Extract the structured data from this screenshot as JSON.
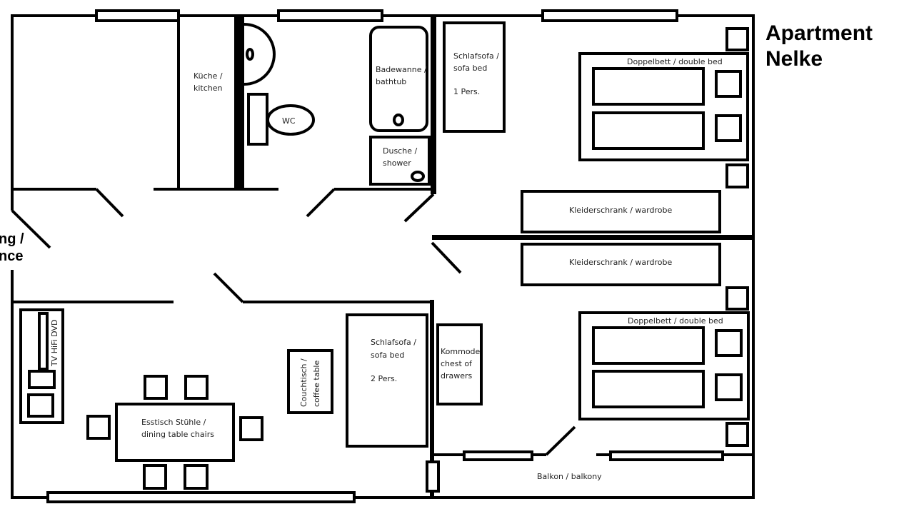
{
  "title": {
    "line1": "Apartment",
    "line2": "Nelke"
  },
  "cut_label": {
    "line1": "ng /",
    "line2": "nce"
  },
  "rooms": {
    "kitchen": {
      "line1": "Küche /",
      "line2": "kitchen"
    },
    "wc": "WC",
    "bathtub": {
      "line1": "Badewanne /",
      "line2": "bathtub"
    },
    "shower": {
      "line1": "Dusche /",
      "line2": "shower"
    },
    "sofabed1": {
      "line1": "Schlafsofa /",
      "line2": "sofa bed",
      "line3": "1 Pers."
    },
    "doublebed1": "Doppelbett / double bed",
    "wardrobe1": "Kleiderschrank / wardrobe",
    "wardrobe2": "Kleiderschrank / wardrobe",
    "doublebed2": "Doppelbett / double bed",
    "dresser": {
      "line1": "Kommode",
      "line2": "chest of",
      "line3": "drawers"
    },
    "sofabed2": {
      "line1": "Schlafsofa /",
      "line2": "sofa bed",
      "line3": "2 Pers."
    },
    "coffee_table": {
      "line1": "Couchtisch /",
      "line2": "coffee table"
    },
    "tv": "TV  HiFi  DVD",
    "dining": {
      "line1": "Esstisch Stühle /",
      "line2": "dining table chairs"
    },
    "balcony": "Balkon / balkony"
  }
}
